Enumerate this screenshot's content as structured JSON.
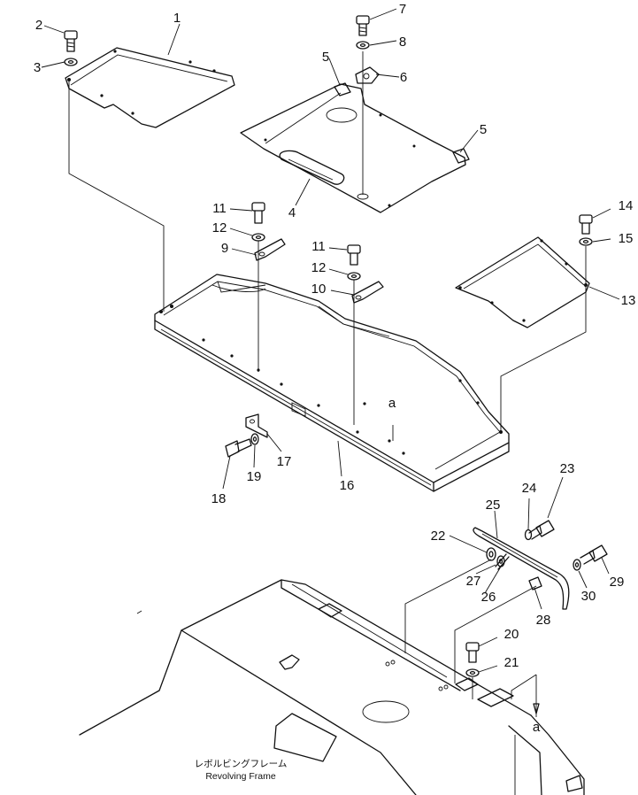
{
  "diagram": {
    "caption_jp": "レボルビングフレーム",
    "caption_en": "Revolving Frame",
    "section_marker": "a",
    "callouts": [
      "1",
      "2",
      "3",
      "4",
      "5",
      "6",
      "7",
      "8",
      "9",
      "10",
      "11",
      "12",
      "13",
      "14",
      "15",
      "16",
      "17",
      "18",
      "19",
      "20",
      "21",
      "22",
      "23",
      "24",
      "25",
      "26",
      "27",
      "28",
      "29",
      "30"
    ]
  }
}
